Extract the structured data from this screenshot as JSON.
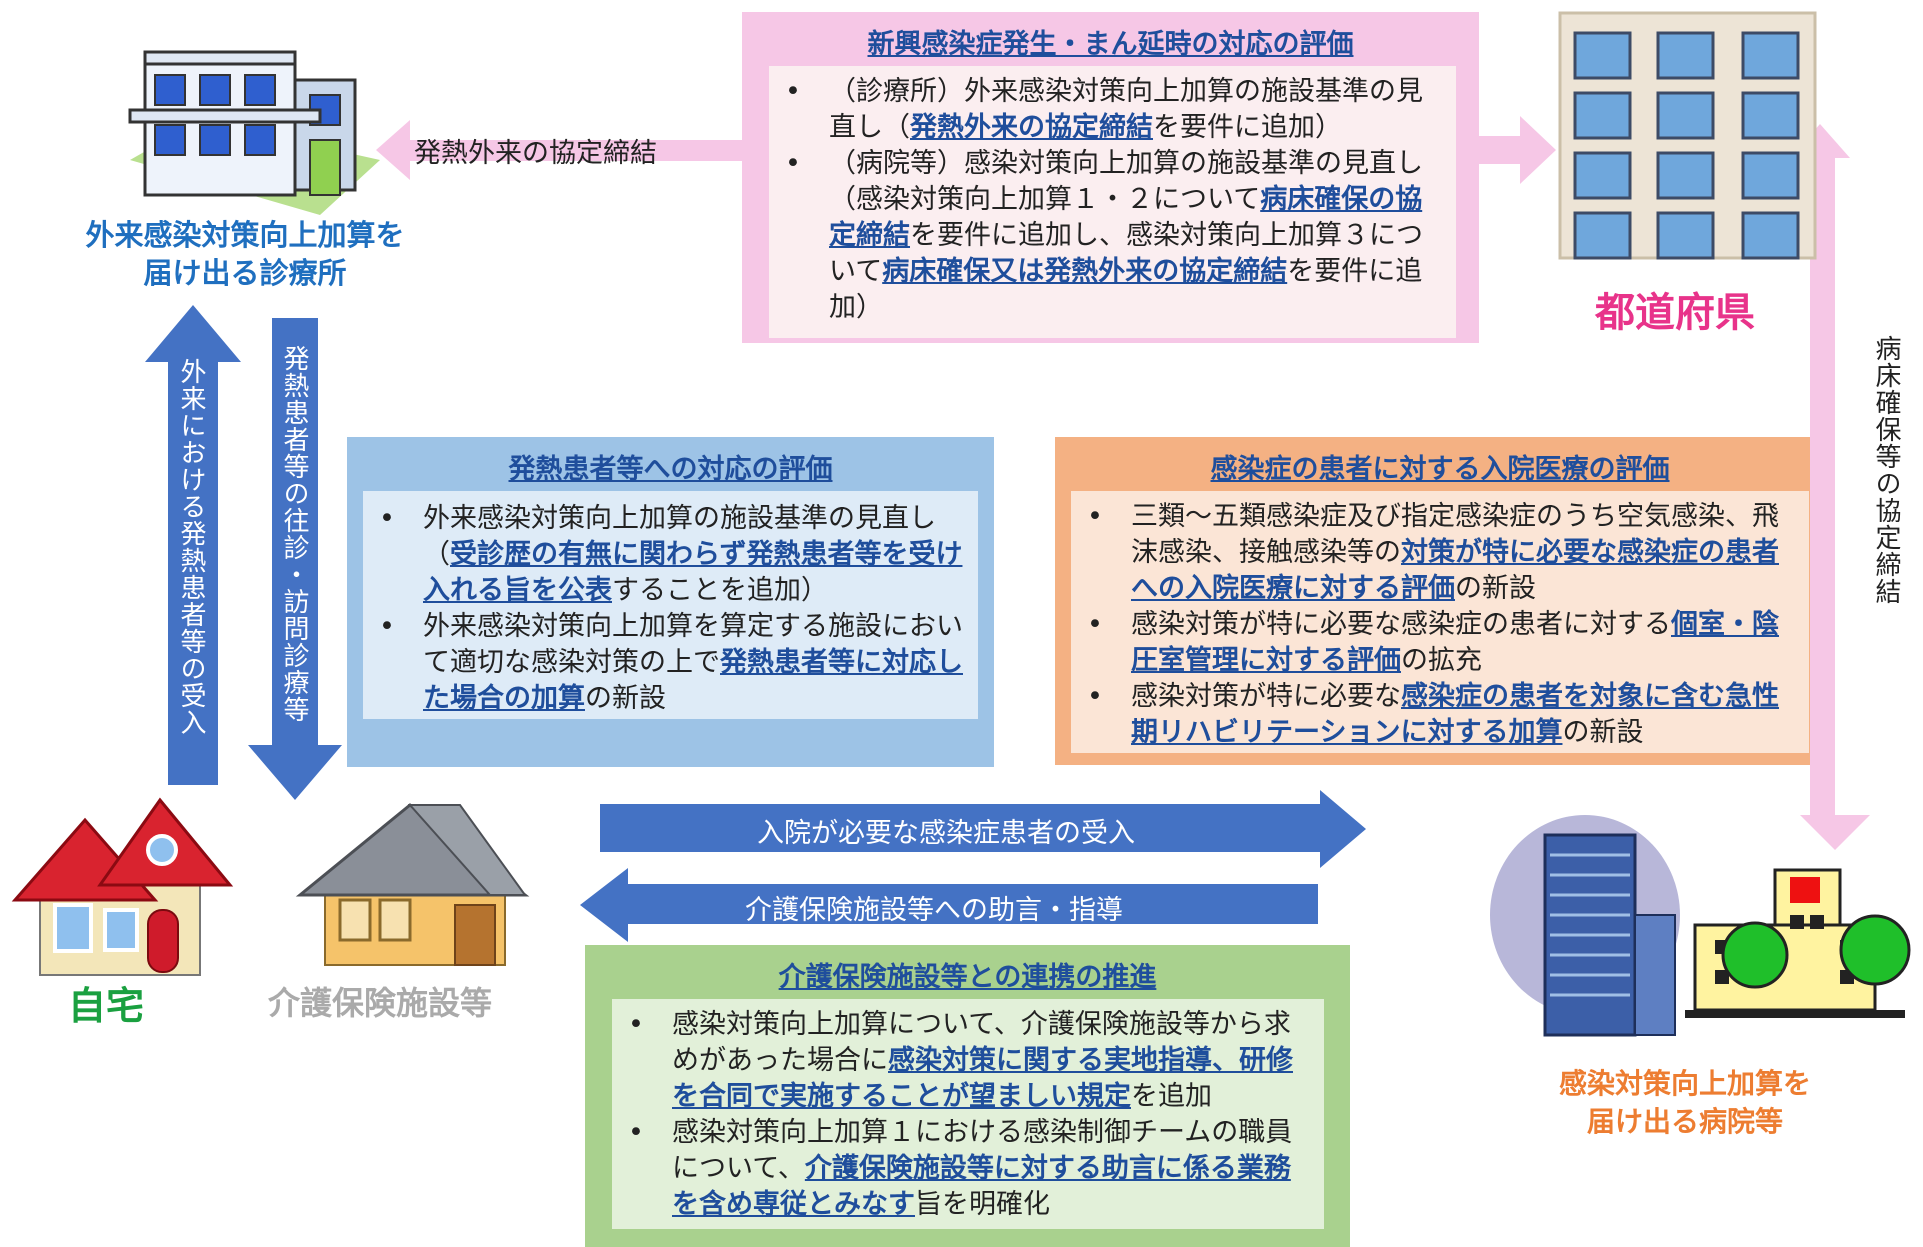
{
  "top_panel": {
    "title": "新興感染症発生・まん延時の対応の評価",
    "items": [
      [
        {
          "t": "（診療所）外来感染対策向上加算の施設基準の見直し（"
        },
        {
          "t": "発熱外来の協定締結",
          "hl": true
        },
        {
          "t": "を要件に追加）"
        }
      ],
      [
        {
          "t": "（病院等）感染対策向上加算の施設基準の見直し（感染対策向上加算１・２について"
        },
        {
          "t": "病床確保の協定締結",
          "hl": true
        },
        {
          "t": "を要件に追加し、感染対策向上加算３について"
        },
        {
          "t": "病床確保又は発熱外来の協定締結",
          "hl": true
        },
        {
          "t": "を要件に追加）"
        }
      ]
    ]
  },
  "fever_panel": {
    "title": "発熱患者等への対応の評価",
    "items": [
      [
        {
          "t": "外来感染対策向上加算の施設基準の見直し（"
        },
        {
          "t": "受診歴の有無に関わらず発熱患者等を受け入れる旨を公表",
          "hl": true
        },
        {
          "t": "することを追加）"
        }
      ],
      [
        {
          "t": "外来感染対策向上加算を算定する施設において適切な感染対策の上で"
        },
        {
          "t": "発熱患者等に対応した場合の加算",
          "hl": true
        },
        {
          "t": "の新設"
        }
      ]
    ]
  },
  "inpatient_panel": {
    "title": "感染症の患者に対する入院医療の評価",
    "items": [
      [
        {
          "t": "三類～五類感染症及び指定感染症のうち空気感染、飛沫感染、接触感染等の"
        },
        {
          "t": "対策が特に必要な感染症の患者への入院医療に対する評価",
          "hl": true
        },
        {
          "t": "の新設"
        }
      ],
      [
        {
          "t": "感染対策が特に必要な感染症の患者に対する"
        },
        {
          "t": "個室・陰圧室管理に対する評価",
          "hl": true
        },
        {
          "t": "の拡充"
        }
      ],
      [
        {
          "t": "感染対策が特に必要な"
        },
        {
          "t": "感染症の患者を対象に含む急性期リハビリテーションに対する加算",
          "hl": true
        },
        {
          "t": "の新設"
        }
      ]
    ]
  },
  "care_panel": {
    "title": "介護保険施設等との連携の推進",
    "items": [
      [
        {
          "t": "感染対策向上加算について、介護保険施設等から求めがあった場合に"
        },
        {
          "t": "感染対策に関する実地指導、研修を合同で実施することが望ましい規定",
          "hl": true
        },
        {
          "t": "を追加"
        }
      ],
      [
        {
          "t": "感染対策向上加算１における感染制御チームの職員について、"
        },
        {
          "t": "介護保険施設等に対する助言に係る業務を含め専従とみなす",
          "hl": true
        },
        {
          "t": "旨を明確化"
        }
      ]
    ]
  },
  "labels": {
    "clinic": "外来感染対策向上加算を\n届け出る診療所",
    "prefecture": "都道府県",
    "home": "自宅",
    "care_facility": "介護保険施設等",
    "hospital": "感染対策向上加算を\n届け出る病院等"
  },
  "arrows": {
    "fever_outpatient_agreement": "発熱外来の協定締結",
    "bed_agreement": "病床確保等の協定締結",
    "outpatient_accept": "外来における発熱患者等の受入",
    "home_visit": "発熱患者等の往診・訪問診療等",
    "inpatient_accept": "入院が必要な感染症患者の受入",
    "advice": "介護保険施設等への助言・指導"
  },
  "colors": {
    "pink": "#f6c7e6",
    "pink_inner": "#fbeef0",
    "blue_panel": "#9dc3e6",
    "blue_inner": "#deebf7",
    "orange_panel": "#f4b183",
    "orange_inner": "#fbe5d6",
    "green_panel": "#a9d18e",
    "green_inner": "#e2f0d9",
    "arrow_blue": "#4472c4"
  }
}
